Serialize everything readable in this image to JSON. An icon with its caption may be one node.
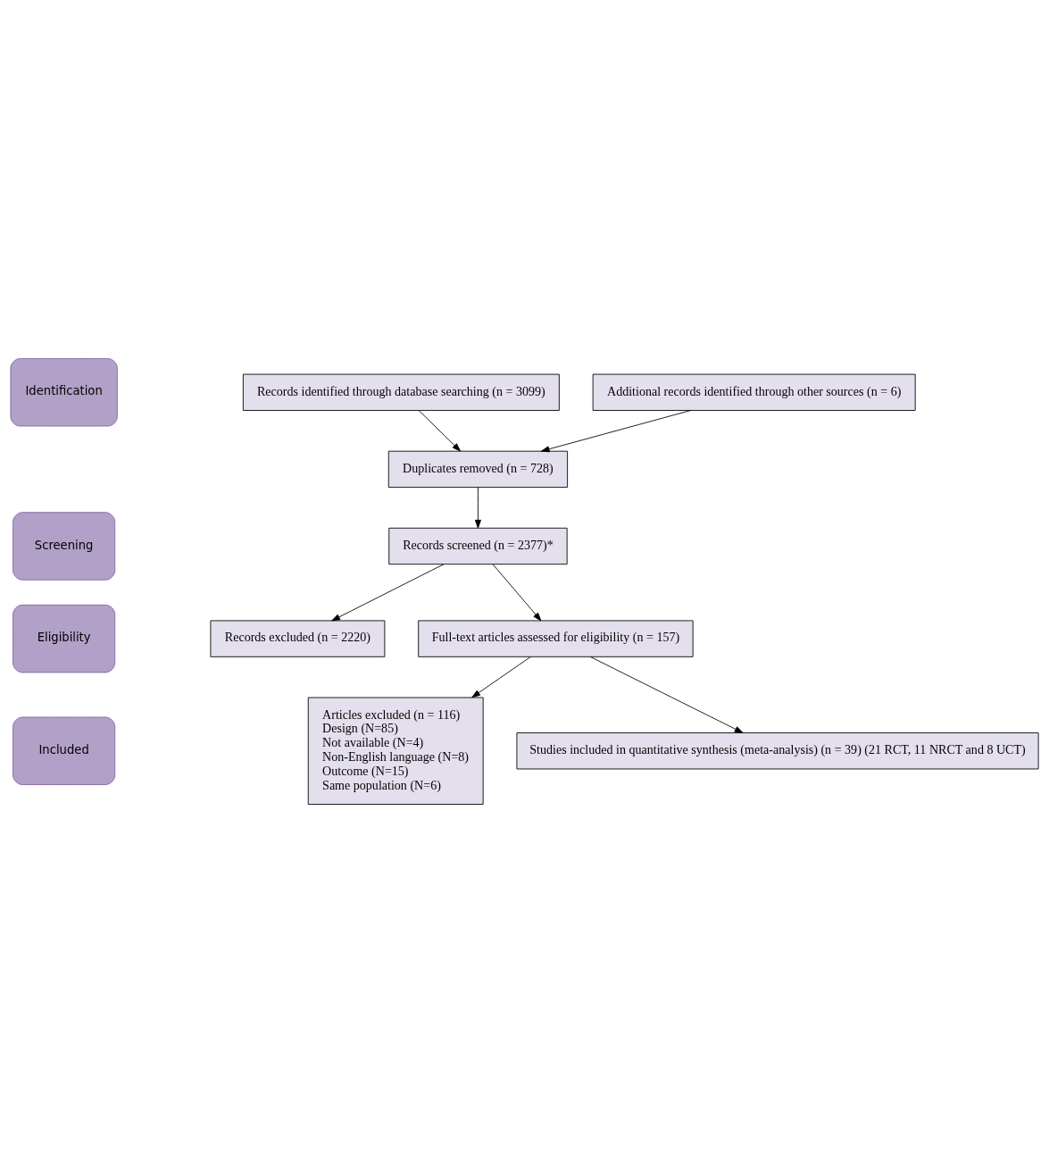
{
  "diagram": {
    "nodes": [
      {
        "text": [
          "Identification"
        ]
      },
      {
        "text": [
          "Screening"
        ]
      },
      {
        "text": [
          "Eligibility"
        ]
      },
      {
        "text": [
          "Included"
        ]
      },
      {
        "text": [
          "Records identified through database searching (n = 3099)"
        ]
      },
      {
        "text": [
          "Additional records identified through other sources (n = 6)"
        ]
      },
      {
        "text": [
          "Duplicates removed (n = 728)"
        ]
      },
      {
        "text": [
          "Records screened (n = 2377)*"
        ]
      },
      {
        "text": [
          "Records excluded (n = 2220)"
        ]
      },
      {
        "text": [
          "Full-text articles assessed for eligibility (n = 157)"
        ]
      },
      {
        "text": [
          "Articles excluded (n = 116)",
          "Design (N=85)",
          "Not available (N=4)",
          "Non-English language (N=8)",
          "Outcome (N=15)",
          "Same population (N=6)"
        ]
      },
      {
        "text": [
          "Studies included in quantitative synthesis (meta-analysis) (n = 39) (21 RCT, 11 NRCT and 8 UCT)"
        ]
      }
    ],
    "edges": [
      {
        "from": 4,
        "to": 6,
        "arrow": "to"
      },
      {
        "from": 5,
        "to": 6,
        "arrow": "to"
      },
      {
        "from": 6,
        "to": 7,
        "arrow": "to"
      },
      {
        "from": 7,
        "to": 8,
        "arrow": "to"
      },
      {
        "from": 7,
        "to": 9,
        "arrow": "to"
      },
      {
        "from": 9,
        "to": 10,
        "arrow": "to"
      },
      {
        "from": 9,
        "to": 11,
        "arrow": "to"
      }
    ]
  }
}
